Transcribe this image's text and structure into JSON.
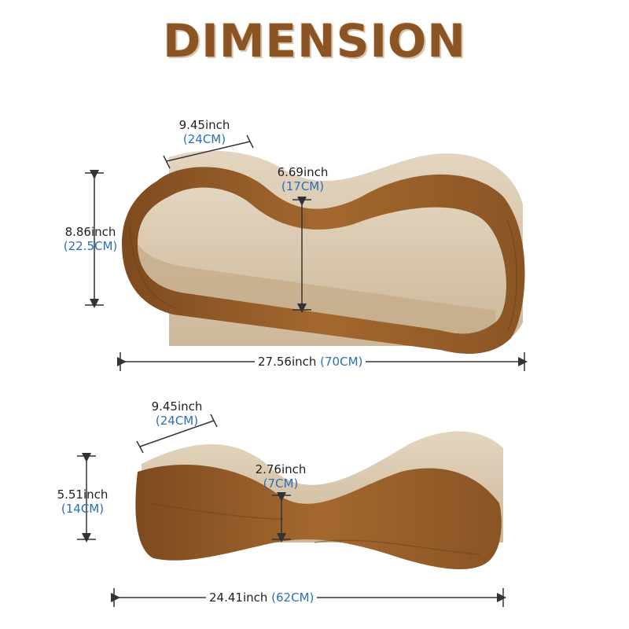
{
  "title": "DIMENSION",
  "product_top": {
    "depth": {
      "inch": "9.45inch",
      "cm": "(24CM)"
    },
    "inner_height": {
      "inch": "6.69inch",
      "cm": "(17CM)"
    },
    "height": {
      "inch": "8.86inch",
      "cm": "(22.5CM)"
    },
    "length": {
      "inch": "27.56inch",
      "cm": "(70CM)"
    }
  },
  "product_bottom": {
    "depth": {
      "inch": "9.45inch",
      "cm": "(24CM)"
    },
    "inner_height": {
      "inch": "2.76inch",
      "cm": "(7CM)"
    },
    "height": {
      "inch": "5.51inch",
      "cm": "(14CM)"
    },
    "length": {
      "inch": "24.41inch",
      "cm": "(62CM)"
    }
  },
  "colors": {
    "title": "#8a5424",
    "cm_text": "#2b6fb8",
    "wood": "#9b5f2a",
    "cardboard": "#d8c6aa"
  }
}
